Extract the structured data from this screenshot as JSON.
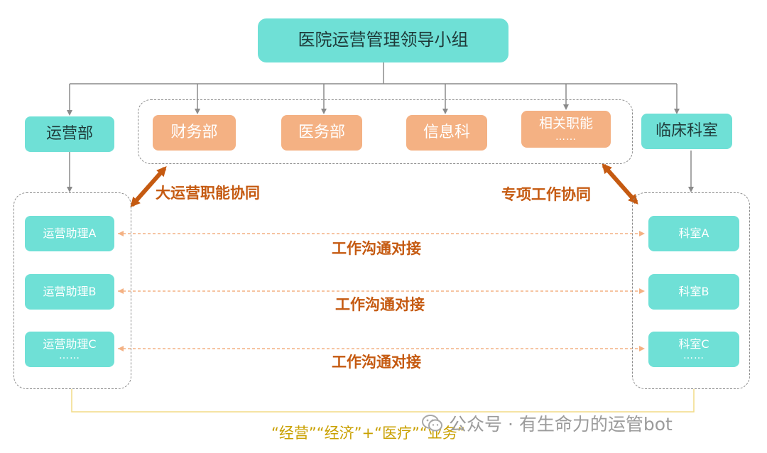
{
  "top": {
    "label": "医院运营管理领导小组"
  },
  "left_dept": {
    "label": "运营部"
  },
  "right_dept": {
    "label": "临床科室"
  },
  "functional": [
    {
      "label": "财务部",
      "sub": ""
    },
    {
      "label": "医务部",
      "sub": ""
    },
    {
      "label": "信息科",
      "sub": ""
    },
    {
      "label": "相关职能",
      "sub": "……"
    }
  ],
  "assistants": [
    {
      "label": "运营助理A",
      "sub": ""
    },
    {
      "label": "运营助理B",
      "sub": ""
    },
    {
      "label": "运营助理C",
      "sub": "……"
    }
  ],
  "departments": [
    {
      "label": "科室A",
      "sub": ""
    },
    {
      "label": "科室B",
      "sub": ""
    },
    {
      "label": "科室C",
      "sub": "……"
    }
  ],
  "collab_left": "大运营职能协同",
  "collab_right": "专项工作协同",
  "communication": [
    "工作沟通对接",
    "工作沟通对接",
    "工作沟通对接"
  ],
  "bottom_caption": "“经营”“经济”+“医疗”“业务”",
  "watermark": "公众号 · 有生命力的运管bot",
  "colors": {
    "teal": "#6fe0d6",
    "orange": "#f4b183",
    "brown": "#c55a11",
    "gold": "#c9a000",
    "gray_line": "#8a8a8a"
  }
}
